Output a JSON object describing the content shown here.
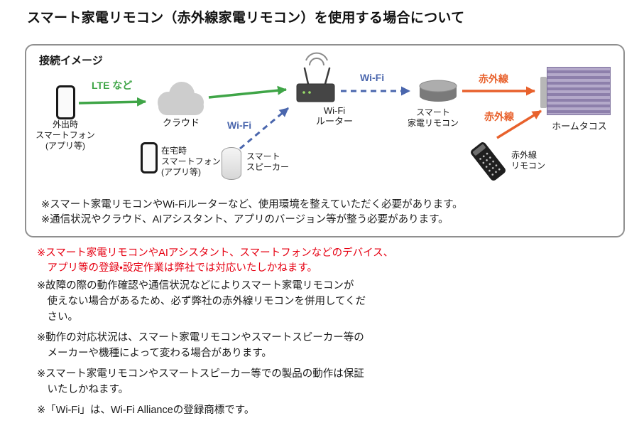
{
  "page": {
    "title": "スマート家電リモコン（赤外線家電リモコン）を使用する場合について"
  },
  "diagram": {
    "heading": "接続イメージ",
    "devices": {
      "phone_out": "外出時\nスマートフォン\n(アプリ等)",
      "cloud": "クラウド",
      "phone_home": "在宅時\nスマートフォン\n(アプリ等)",
      "speaker": "スマート\nスピーカー",
      "router": "Wi-Fi\nルーター",
      "smart_remote": "スマート\n家電リモコン",
      "blinds": "ホームタコス",
      "ir_remote": "赤外線\nリモコン"
    },
    "connections": {
      "lte": "LTE など",
      "wifi_speaker": "Wi-Fi",
      "wifi_remote": "Wi-Fi",
      "infrared_top": "赤外線",
      "infrared_bottom": "赤外線"
    },
    "notes": [
      "※スマート家電リモコンやWi-Fiルーターなど、使用環境を整えていただく必要があります。",
      "※通信状況やクラウド、AIアシスタント、アプリのバージョン等が整う必要があります。"
    ]
  },
  "warnings": {
    "red_note": "※スマート家電リモコンやAIアシスタント、スマートフォンなどのデバイス、\nアプリ等の登録・設定作業は弊社では対応いたしかねます。",
    "notes": [
      "※故障の際の動作確認や通信状況などによりスマート家電リモコンが\n使えない場合があるため、必ず弊社の赤外線リモコンを併用してくだ\nさい。",
      "※動作の対応状況は、スマート家電リモコンやスマートスピーカー等の\nメーカーや機種によって変わる場合があります。",
      "※スマート家電リモコンやスマートスピーカー等での製品の動作は保証\nいたしかねます。",
      "※「Wi-Fi」は、Wi-Fi Allianceの登録商標です。"
    ]
  },
  "colors": {
    "lte_green": "#3fa547",
    "wifi_blue": "#4a66ad",
    "infrared_orange": "#e8612c",
    "warning_red": "#e60012"
  }
}
